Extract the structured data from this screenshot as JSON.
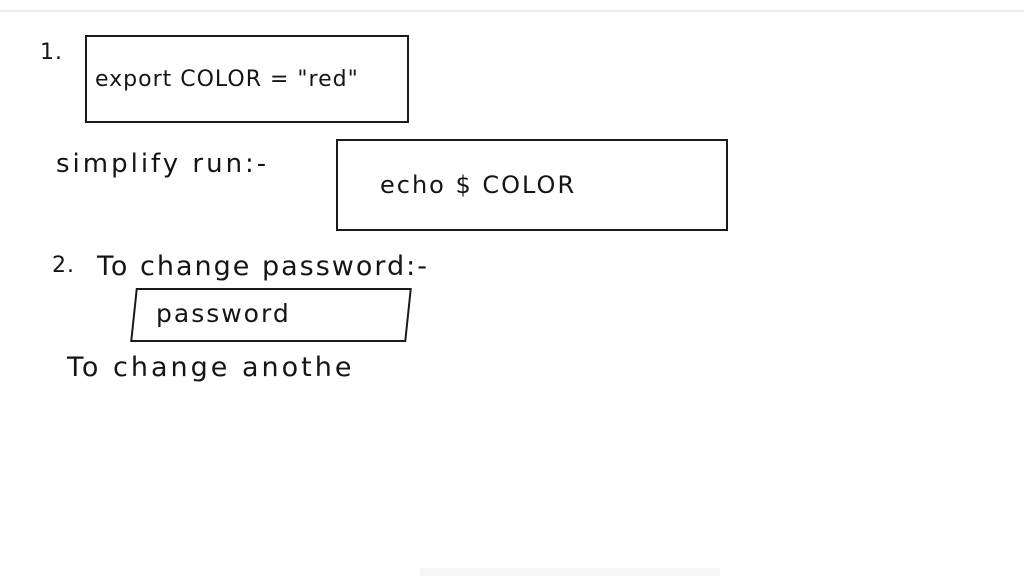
{
  "item1": {
    "number": "1.",
    "code_box_text": "export COLOR = \"red\""
  },
  "simplify": {
    "label": "simplify run:-",
    "code_box_text": "echo $ COLOR"
  },
  "item2": {
    "number": "2.",
    "heading": "To change password:-",
    "box_text": "password",
    "followup": "To change anothe"
  },
  "colors": {
    "ink": "#151515",
    "background": "#ffffff"
  }
}
